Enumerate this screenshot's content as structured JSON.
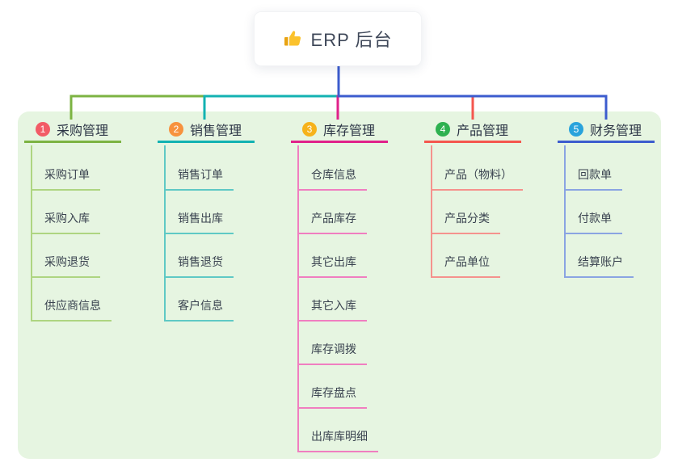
{
  "root": {
    "title": "ERP 后台",
    "icon": "thumbs-up-icon"
  },
  "panel_bg": "#e6f5e1",
  "branches": [
    {
      "number": "1",
      "label": "采购管理",
      "badge_color": "#f25b66",
      "line_color": "#7cb342",
      "child_line_color": "#aed581",
      "children": [
        "采购订单",
        "采购入库",
        "采购退货",
        "供应商信息"
      ]
    },
    {
      "number": "2",
      "label": "销售管理",
      "badge_color": "#f7923e",
      "line_color": "#12b2b2",
      "child_line_color": "#5fc9c5",
      "children": [
        "销售订单",
        "销售出库",
        "销售退货",
        "客户信息"
      ]
    },
    {
      "number": "3",
      "label": "库存管理",
      "badge_color": "#f6b21b",
      "line_color": "#e0218a",
      "child_line_color": "#f07ec0",
      "children": [
        "仓库信息",
        "产品库存",
        "其它出库",
        "其它入库",
        "库存调拨",
        "库存盘点",
        "出库库明细"
      ]
    },
    {
      "number": "4",
      "label": "产品管理",
      "badge_color": "#2eb150",
      "line_color": "#f4564e",
      "child_line_color": "#f5928d",
      "children": [
        "产品（物料）",
        "产品分类",
        "产品单位"
      ]
    },
    {
      "number": "5",
      "label": "财务管理",
      "badge_color": "#29a3dc",
      "line_color": "#3c5cce",
      "child_line_color": "#8aa4e2",
      "children": [
        "回款单",
        "付款单",
        "结算账户"
      ]
    }
  ]
}
